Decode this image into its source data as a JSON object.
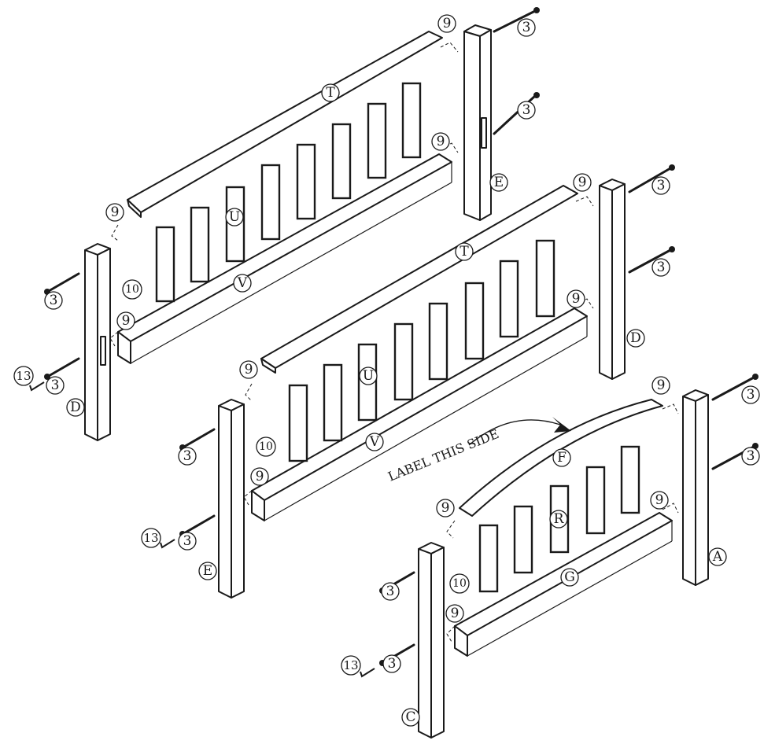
{
  "annotation": {
    "text": "LABEL THIS SIDE"
  },
  "part_labels": {
    "T": "T",
    "U": "U",
    "V": "V",
    "F": "F",
    "R": "R",
    "G": "G",
    "A": "A",
    "C": "C",
    "D": "D",
    "E": "E"
  },
  "callouts": {
    "screw": "3",
    "dowel": "9",
    "cam": "10",
    "wrench": "13"
  }
}
